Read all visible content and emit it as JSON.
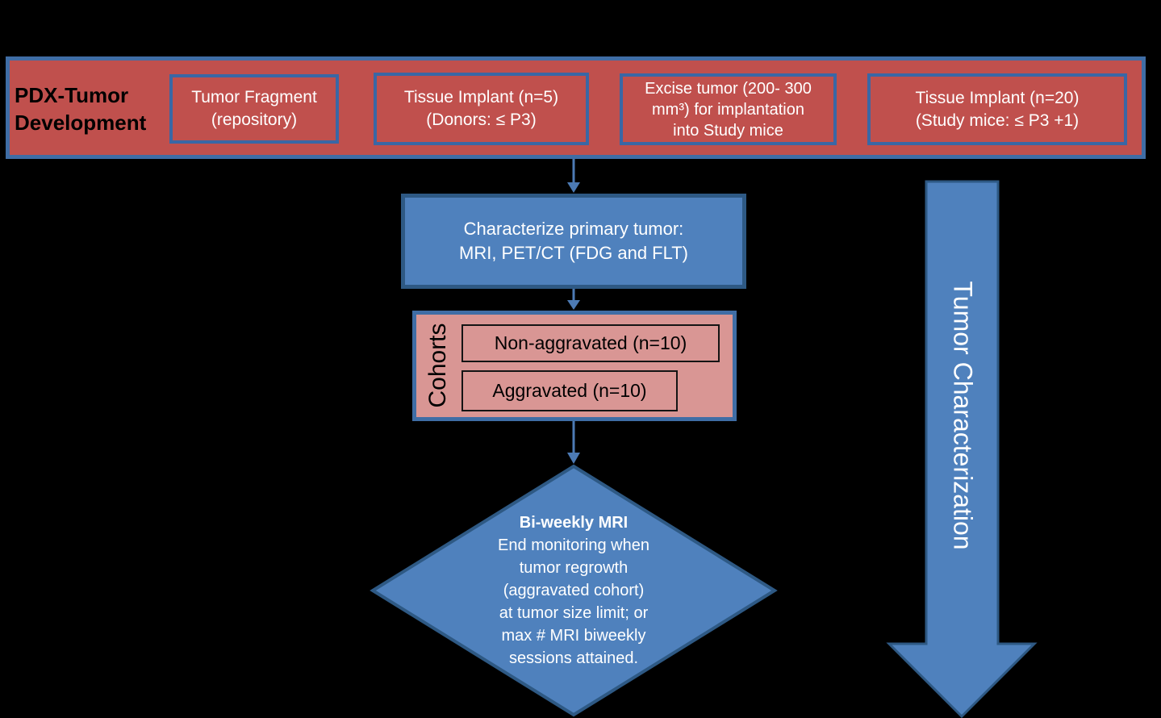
{
  "banner": {
    "label": "PDX-Tumor\nDevelopment",
    "boxes": [
      "Tumor Fragment\n(repository)",
      "Tissue Implant (n=5)\n(Donors: ≤ P3)",
      "Excise tumor (200- 300\nmm³) for implantation\ninto Study mice",
      "Tissue Implant (n=20)\n(Study mice: ≤ P3 +1)"
    ]
  },
  "characterize": {
    "text": "Characterize primary tumor:\nMRI, PET/CT (FDG and FLT)"
  },
  "cohorts": {
    "label": "Cohorts",
    "items": [
      "Non-aggravated (n=10)",
      "Aggravated (n=10)"
    ]
  },
  "diamond": {
    "title": "Bi-weekly MRI",
    "body": "End monitoring when\ntumor regrowth\n(aggravated cohort)\nat tumor size limit; or\nmax # MRI biweekly\nsessions attained."
  },
  "side_arrow": {
    "label": "Tumor Characterization"
  },
  "colors": {
    "background": "#000000",
    "banner_fill": "#C0504D",
    "banner_border": "#3F6DA5",
    "red_box_border": "#3A67A5",
    "blue_fill": "#4F81BD",
    "blue_border": "#2E5984",
    "cohorts_fill": "#D99694",
    "cohort_item_border": "#141414",
    "connector_blue": "#4C7AB4",
    "text_light": "#FFFFFF",
    "text_dark": "#000000"
  }
}
